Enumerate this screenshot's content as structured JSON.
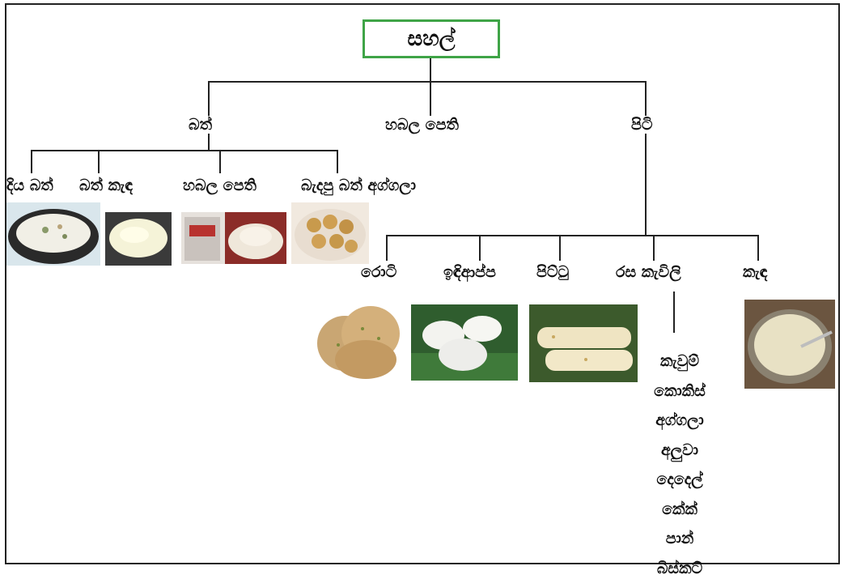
{
  "root": "සහල්",
  "level1": {
    "bath": "බත්",
    "habala_pethi": "හබල පෙති",
    "piti": "පිටි"
  },
  "bath_children": {
    "diya_bath": "දිය බත්",
    "bath_kanda": "බත් කැඳ",
    "habala_pethi": "හබල පෙති",
    "bedapu_bath_aggala": "බැදපු බත් අග්ගලා"
  },
  "piti_children": {
    "roti": "රොටි",
    "idiappa": "ඉඳිආප්ප",
    "pittu": "පිට්ටු",
    "rasa_kavili": "රස කැවිලි",
    "kanda": "කැඳ"
  },
  "rasa_kavili_items": [
    "කැවුම්",
    "කොකිස්",
    "අග්ගලා",
    "අලුවා",
    "දෙදෙල්",
    "කේක්",
    "පාන්",
    "බිස්කට්"
  ],
  "colors": {
    "root_border": "#3fa447",
    "lines": "#222222"
  }
}
